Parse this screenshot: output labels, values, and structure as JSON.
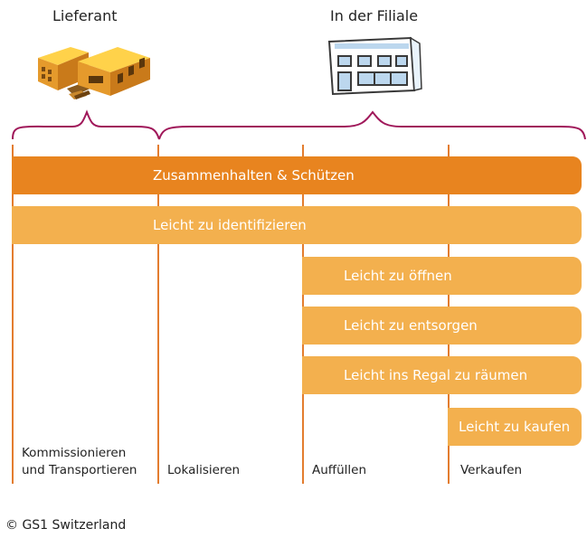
{
  "headings": {
    "supplier": "Lieferant",
    "store": "In der Filiale"
  },
  "icons": {
    "supplier": "warehouse-building-icon",
    "store": "store-building-icon"
  },
  "colors": {
    "accent_dark": "#e8841f",
    "accent_light": "#f3b04e",
    "brace": "#a0185a",
    "divider": "#e37d2f"
  },
  "bars": [
    {
      "label": "Zusammenhalten & Schützen",
      "span": "Kommissionieren–Verkaufen"
    },
    {
      "label": "Leicht zu identifizieren",
      "span": "Kommissionieren–Verkaufen"
    },
    {
      "label": "Leicht zu öffnen",
      "span": "Auffüllen–Verkaufen"
    },
    {
      "label": "Leicht zu entsorgen",
      "span": "Auffüllen–Verkaufen"
    },
    {
      "label": "Leicht ins Regal zu räumen",
      "span": "Auffüllen–Verkaufen"
    },
    {
      "label": "Leicht zu kaufen",
      "span": "Verkaufen"
    }
  ],
  "stages": [
    {
      "line1": "Kommissionieren",
      "line2": "und Transportieren"
    },
    {
      "line1": "Lokalisieren"
    },
    {
      "line1": "Auffüllen"
    },
    {
      "line1": "Verkaufen"
    }
  ],
  "copyright": "© GS1 Switzerland"
}
